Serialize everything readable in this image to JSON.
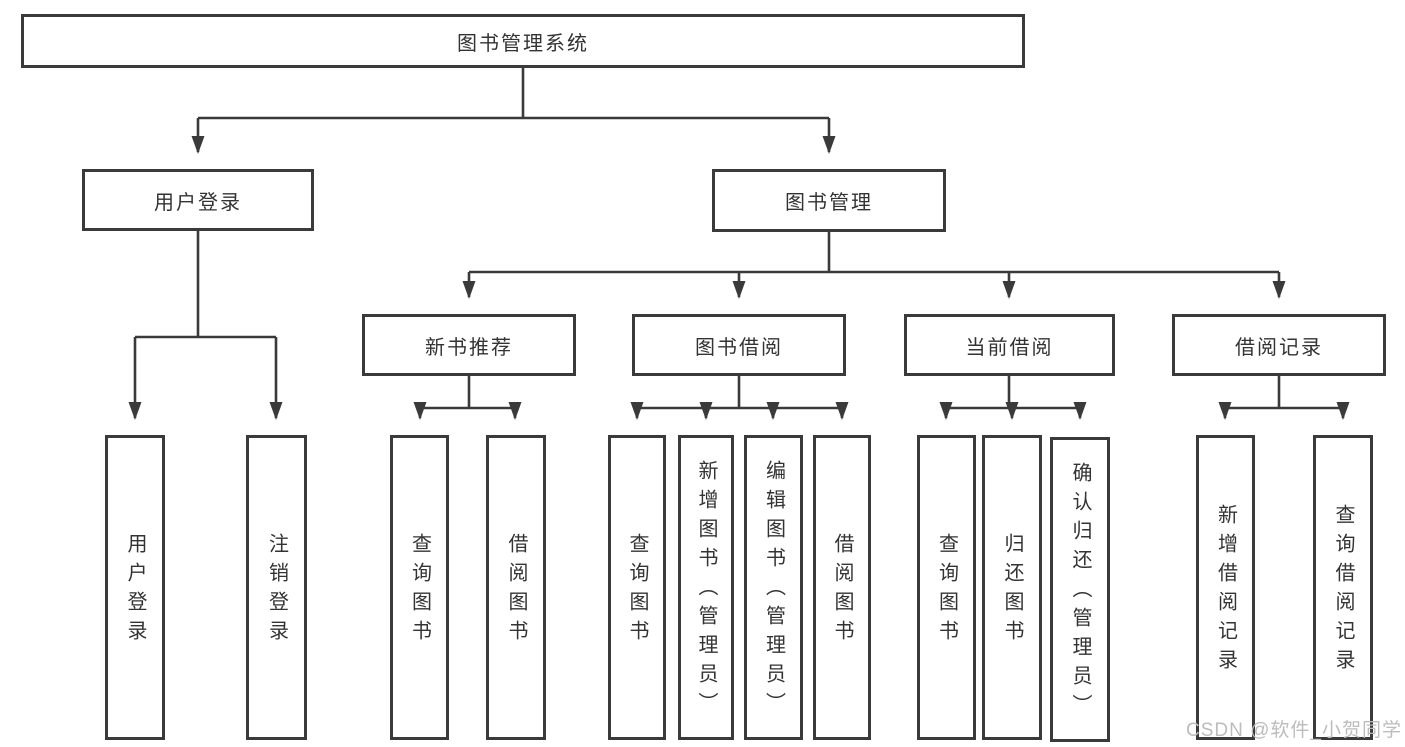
{
  "diagram": {
    "title": "图书管理系统",
    "watermark": "CSDN @软件_小贺同学",
    "colors": {
      "line": "#3a3a3a",
      "text": "#333333",
      "watermark": "#bcbcbc",
      "background": "#ffffff"
    },
    "tree": {
      "label": "图书管理系统",
      "children": [
        {
          "label": "用户登录",
          "children": [
            {
              "label": "用户登录"
            },
            {
              "label": "注销登录"
            }
          ]
        },
        {
          "label": "图书管理",
          "children": [
            {
              "label": "新书推荐",
              "children": [
                {
                  "label": "查询图书"
                },
                {
                  "label": "借阅图书"
                }
              ]
            },
            {
              "label": "图书借阅",
              "children": [
                {
                  "label": "查询图书"
                },
                {
                  "label": "新增图书（管理员）"
                },
                {
                  "label": "编辑图书（管理员）"
                },
                {
                  "label": "借阅图书"
                }
              ]
            },
            {
              "label": "当前借阅",
              "children": [
                {
                  "label": "查询图书"
                },
                {
                  "label": "归还图书"
                },
                {
                  "label": "确认归还（管理员）"
                }
              ]
            },
            {
              "label": "借阅记录",
              "children": [
                {
                  "label": "新增借阅记录"
                },
                {
                  "label": "查询借阅记录"
                }
              ]
            }
          ]
        }
      ]
    }
  }
}
